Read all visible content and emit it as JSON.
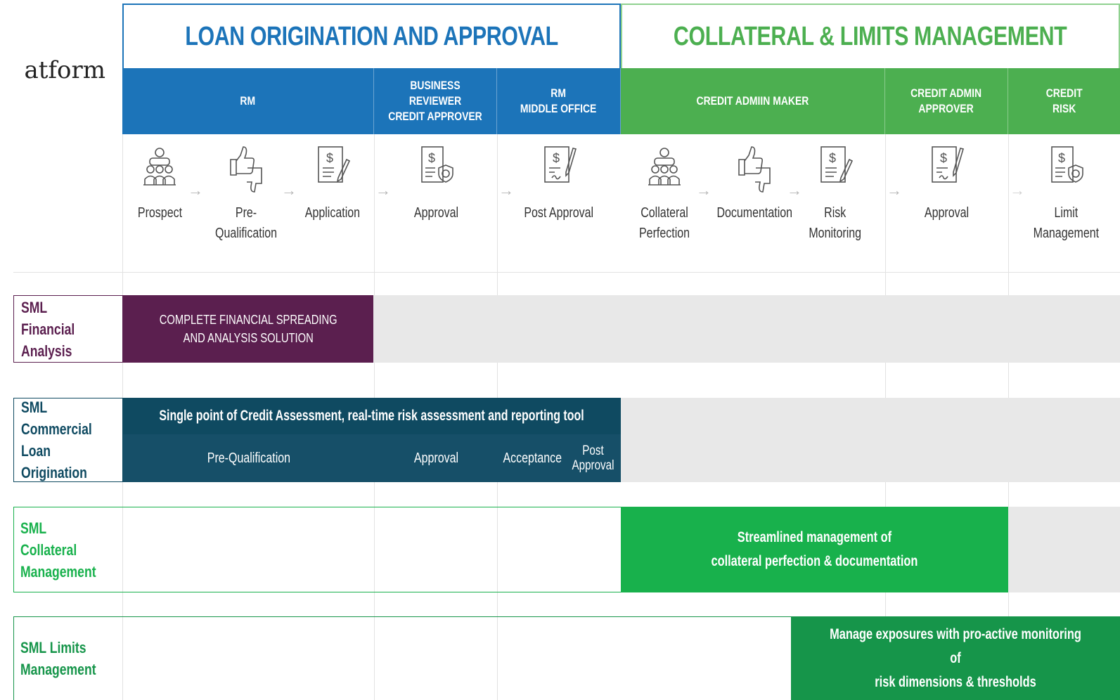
{
  "fragment": "atform",
  "headers": {
    "left": "LOAN ORIGINATION AND APPROVAL",
    "right": "COLLATERAL & LIMITS MANAGEMENT"
  },
  "roles": [
    "RM",
    "BUSINESS REVIEWER\nCREDIT APPROVER",
    "RM\nMIDDLE OFFICE",
    "CREDIT ADMIIN MAKER",
    "CREDIT ADMIN\nAPPROVER",
    "CREDIT\nRISK"
  ],
  "steps": [
    "Prospect",
    "Pre-\nQualification",
    "Application",
    "Approval",
    "Post Approval",
    "Collateral\nPerfection",
    "Documentation",
    "Risk\nMonitoring",
    "Approval",
    "Limit\nManagement"
  ],
  "step_icons": [
    "people-icon",
    "thumbs-icon",
    "document-icon",
    "document-shield-icon",
    "document-signature-icon",
    "people-icon",
    "thumbs-icon",
    "document-icon",
    "document-signature-icon",
    "document-shield-icon"
  ],
  "rows": {
    "financial": {
      "label": "SML Financial\nAnalysis",
      "bar": "COMPLETE FINANCIAL SPREADING\nAND ANALYSIS SOLUTION"
    },
    "commercial": {
      "label": "SML Commercial\nLoan Origination",
      "headline": "Single point of Credit Assessment, real-time risk assessment and reporting tool",
      "stages": [
        "Pre-Qualification",
        "Approval",
        "Acceptance",
        "Post\nApproval"
      ]
    },
    "collateral": {
      "label": "SML Collateral\nManagement",
      "bar": "Streamlined management of\ncollateral perfection & documentation"
    },
    "limits": {
      "label": "SML Limits\nManagement",
      "bar": "Manage exposures with pro-active monitoring of\nrisk dimensions & thresholds"
    }
  },
  "colors": {
    "blue": "#1c74b9",
    "green": "#4caf50",
    "purple": "#5b1f4f",
    "teal_dark": "#0f4a61",
    "teal": "#164f68",
    "green_bright": "#18b14c",
    "green_dark": "#16954a",
    "grey": "#e8e8e8"
  }
}
